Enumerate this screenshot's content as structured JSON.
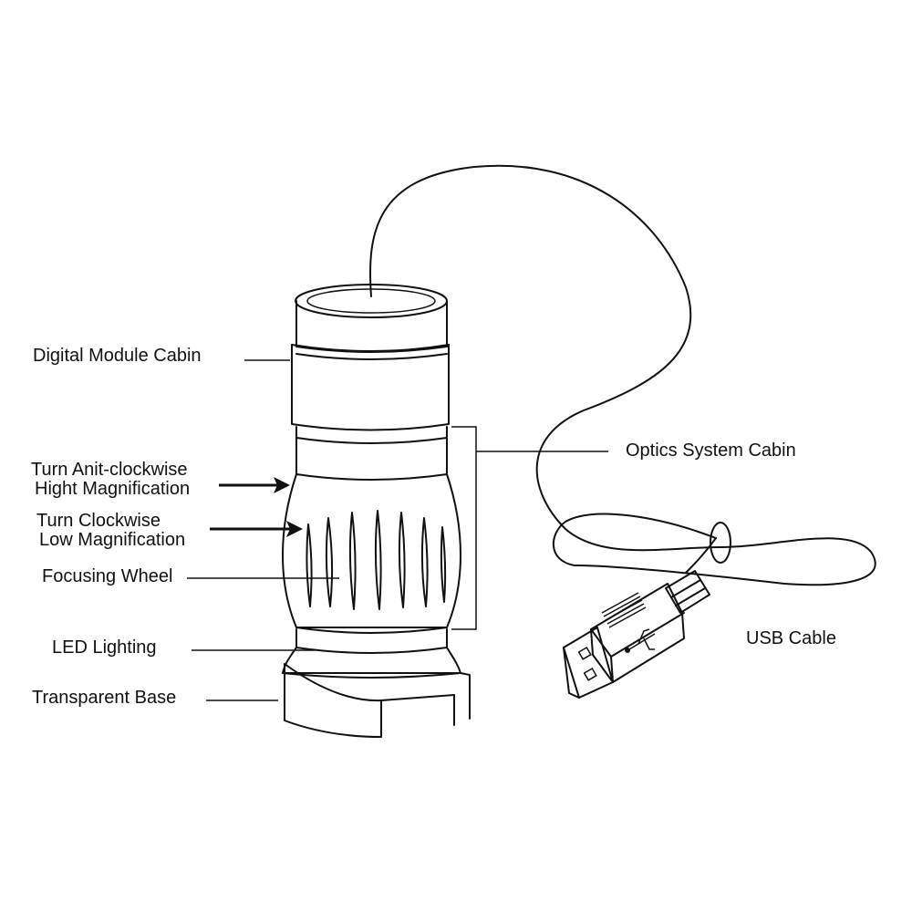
{
  "labels": {
    "digital_module_cabin": "Digital Module Cabin",
    "optics_system_cabin": "Optics System Cabin",
    "turn_anticlockwise_line1": "Turn Anit-clockwise",
    "turn_anticlockwise_line2": "Hight Magnification",
    "turn_clockwise_line1": "Turn Clockwise",
    "turn_clockwise_line2": "Low Magnification",
    "focusing_wheel": "Focusing Wheel",
    "led_lighting": "LED Lighting",
    "transparent_base": "Transparent Base",
    "usb_cable": "USB Cable"
  },
  "colors": {
    "ink": "#111111",
    "background": "#ffffff"
  },
  "icons": {
    "usb_symbol": "usb-trident-icon"
  }
}
